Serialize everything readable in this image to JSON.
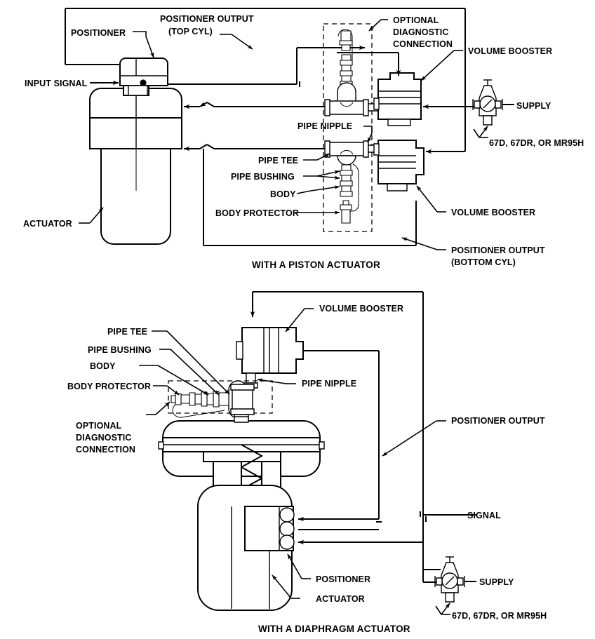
{
  "figure": {
    "title_top": "WITH A PISTON ACTUATOR",
    "title_bottom": "WITH A DIAPHRAGM ACTUATOR"
  },
  "colors": {
    "line": "#000000",
    "background": "#ffffff",
    "text": "#000000"
  },
  "top_diagram": {
    "caption": "WITH A PISTON ACTUATOR",
    "labels": {
      "positioner": "POSITIONER",
      "positioner_output_top_l1": "POSITIONER OUTPUT",
      "positioner_output_top_l2": "(TOP CYL)",
      "optional_diagnostic_l1": "OPTIONAL",
      "optional_diagnostic_l2": "DIAGNOSTIC",
      "optional_diagnostic_l3": "CONNECTION",
      "volume_booster_upper": "VOLUME BOOSTER",
      "volume_booster_lower": "VOLUME BOOSTER",
      "supply": "SUPPLY",
      "regulator_models": "67D, 67DR, OR MR95H",
      "input_signal": "INPUT SIGNAL",
      "pipe_nipple": "PIPE NIPPLE",
      "pipe_tee": "PIPE TEE",
      "pipe_bushing": "PIPE BUSHING",
      "body": "BODY",
      "body_protector": "BODY PROTECTOR",
      "actuator": "ACTUATOR",
      "positioner_output_bottom_l1": "POSITIONER OUTPUT",
      "positioner_output_bottom_l2": "(BOTTOM CYL)"
    }
  },
  "bottom_diagram": {
    "caption": "WITH A DIAPHRAGM ACTUATOR",
    "labels": {
      "volume_booster": "VOLUME BOOSTER",
      "pipe_tee": "PIPE TEE",
      "pipe_bushing": "PIPE BUSHING",
      "body": "BODY",
      "body_protector": "BODY PROTECTOR",
      "pipe_nipple": "PIPE NIPPLE",
      "optional_diagnostic_l1": "OPTIONAL",
      "optional_diagnostic_l2": "DIAGNOSTIC",
      "optional_diagnostic_l3": "CONNECTION",
      "positioner_output": "POSITIONER OUTPUT",
      "signal": "SIGNAL",
      "positioner": "POSITIONER",
      "actuator": "ACTUATOR",
      "supply": "SUPPLY",
      "regulator_models": "67D, 67DR, OR MR95H"
    }
  }
}
